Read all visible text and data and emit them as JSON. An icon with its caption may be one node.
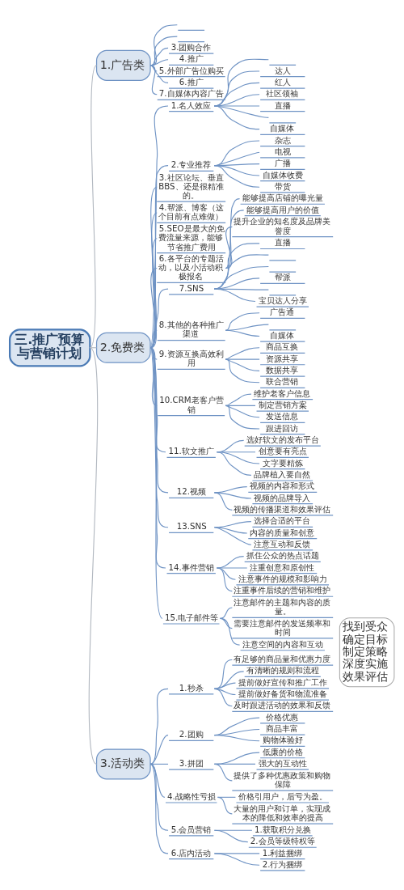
{
  "diagram": {
    "nodes": [
      {
        "text": [
          "三.推广预算与营销计划"
        ]
      },
      {
        "text": [
          "1.广告类"
        ]
      },
      {
        "text": [],
        "shape": "bar"
      },
      {
        "text": [],
        "shape": "bar"
      },
      {
        "text": [
          "3.团购合作"
        ]
      },
      {
        "text": [
          "4.推广"
        ]
      },
      {
        "text": [
          "5.外部广告位购买"
        ]
      },
      {
        "text": [
          "6.推广"
        ]
      },
      {
        "text": [
          "7.自媒体内容广告"
        ]
      },
      {
        "text": [
          "2.免费类"
        ]
      },
      {
        "text": [
          "1.名人效应"
        ]
      },
      {
        "text": [],
        "shape": "bar"
      },
      {
        "text": [
          "达人"
        ]
      },
      {
        "text": [
          "红人"
        ]
      },
      {
        "text": [
          "社区领袖"
        ]
      },
      {
        "text": [
          "直播"
        ]
      },
      {
        "text": [],
        "shape": "bar"
      },
      {
        "text": [
          "自媒体"
        ]
      },
      {
        "text": [
          "2.专业推荐"
        ]
      },
      {
        "text": [
          "杂志"
        ]
      },
      {
        "text": [
          "电视"
        ]
      },
      {
        "text": [
          "广播"
        ]
      },
      {
        "text": [
          "自媒体收费"
        ]
      },
      {
        "text": [
          "带货"
        ]
      },
      {
        "text": [
          "3.社区论坛、垂直BBS、还是很精准的。"
        ]
      },
      {
        "text": [
          "4.帮派、博客（这个目前有点难做）"
        ]
      },
      {
        "text": [
          "5.SEO是最大的免费流量来源，能够节省推广费用"
        ]
      },
      {
        "text": [
          "6.各平台的专题活动，以及小活动积极报名"
        ]
      },
      {
        "text": [
          "能够提高店铺的曝光量"
        ]
      },
      {
        "text": [
          "能够提高用户的价值"
        ]
      },
      {
        "text": [
          "提升企业的知名度及品牌美誉度"
        ]
      },
      {
        "text": [
          "7.SNS"
        ]
      },
      {
        "text": [
          "直播"
        ]
      },
      {
        "text": [],
        "shape": "bar"
      },
      {
        "text": [],
        "shape": "bar"
      },
      {
        "text": [
          "帮派"
        ]
      },
      {
        "text": [],
        "shape": "bar"
      },
      {
        "text": [
          "宝贝达人分享"
        ]
      },
      {
        "text": [
          "8.其他的各种推广渠道"
        ]
      },
      {
        "text": [
          "广告通"
        ]
      },
      {
        "text": [],
        "shape": "bar"
      },
      {
        "text": [
          "自媒体"
        ]
      },
      {
        "text": [
          "9.资源互换高效利用"
        ]
      },
      {
        "text": [
          "商品互换"
        ]
      },
      {
        "text": [
          "资源共享"
        ]
      },
      {
        "text": [
          "数据共享"
        ]
      },
      {
        "text": [
          "联合营销"
        ]
      },
      {
        "text": [
          "10.CRM老客户营销"
        ]
      },
      {
        "text": [
          "维护老客户信息"
        ]
      },
      {
        "text": [
          "制定营销方案"
        ]
      },
      {
        "text": [
          "发送信息"
        ]
      },
      {
        "text": [
          "跟进回访"
        ]
      },
      {
        "text": [
          "11.软文推广"
        ]
      },
      {
        "text": [
          "选好软文的发布平台"
        ]
      },
      {
        "text": [
          "创意要有亮点"
        ]
      },
      {
        "text": [
          "文字要精炼"
        ]
      },
      {
        "text": [
          "品牌植入要自然"
        ]
      },
      {
        "text": [
          "12.视频"
        ]
      },
      {
        "text": [
          "视频的内容和形式"
        ]
      },
      {
        "text": [
          "视频的品牌导入"
        ]
      },
      {
        "text": [
          "视频的传播渠道和效果评估"
        ]
      },
      {
        "text": [
          "13.SNS"
        ]
      },
      {
        "text": [
          "选择合适的平台"
        ]
      },
      {
        "text": [
          "内容的质量和创意"
        ]
      },
      {
        "text": [
          "注意互动和反馈"
        ]
      },
      {
        "text": [
          "14.事件营销"
        ]
      },
      {
        "text": [
          "抓住公众的热点话题"
        ]
      },
      {
        "text": [
          "注重创意和原创性"
        ]
      },
      {
        "text": [
          "注意事件的规模和影响力"
        ]
      },
      {
        "text": [
          "注重事件后续的营销和维护"
        ]
      },
      {
        "text": [
          "15.电子邮件等"
        ]
      },
      {
        "text": [
          "注意邮件的主题和内容的质量。"
        ]
      },
      {
        "text": [
          "需要注意邮件的发送频率和时间"
        ]
      },
      {
        "text": [
          "注意空间的内容和互动"
        ]
      },
      {
        "text": [
          "找到受众确定目标制定策略深度实施效果评估"
        ]
      },
      {
        "text": [
          "3.活动类"
        ]
      },
      {
        "text": [
          "1.秒杀"
        ]
      },
      {
        "text": [
          "有足够的商品量和优惠力度"
        ]
      },
      {
        "text": [
          "有清晰的规则和流程"
        ]
      },
      {
        "text": [
          "提前做好宣传和推广工作"
        ]
      },
      {
        "text": [
          "提前做好备货和物流准备"
        ]
      },
      {
        "text": [
          "及时跟进活动的效果和反馈"
        ]
      },
      {
        "text": [
          "2.团购"
        ]
      },
      {
        "text": [
          "价格优惠"
        ]
      },
      {
        "text": [
          "商品丰富"
        ]
      },
      {
        "text": [
          "购物体验好"
        ]
      },
      {
        "text": [
          "3.拼团"
        ]
      },
      {
        "text": [
          "低廉的价格"
        ]
      },
      {
        "text": [
          "强大的互动性"
        ]
      },
      {
        "text": [
          "提供了多种优惠政策和购物保障"
        ]
      },
      {
        "text": [
          "4.战略性亏损"
        ]
      },
      {
        "text": [
          "价格引用户，后亏为盈。"
        ]
      },
      {
        "text": [
          "大量的用户和订单，实现成本的降低和效率的提高"
        ]
      },
      {
        "text": [
          "5.会员营销"
        ]
      },
      {
        "text": [
          "1.获取积分兑换"
        ]
      },
      {
        "text": [
          "2.会员等级特权等"
        ]
      },
      {
        "text": [
          "6.店内活动"
        ]
      },
      {
        "text": [
          "1.利益捆绑"
        ]
      },
      {
        "text": [
          "2.行为捆绑"
        ]
      }
    ],
    "edges": [
      {
        "from": 0,
        "to": 1,
        "arrow": "none",
        "color": "#b2b8c0"
      },
      {
        "from": 1,
        "to": 2,
        "arrow": "none"
      },
      {
        "from": 1,
        "to": 3,
        "arrow": "none"
      },
      {
        "from": 1,
        "to": 4,
        "arrow": "none"
      },
      {
        "from": 1,
        "to": 5,
        "arrow": "none"
      },
      {
        "from": 1,
        "to": 6,
        "arrow": "none"
      },
      {
        "from": 1,
        "to": 7,
        "arrow": "none"
      },
      {
        "from": 1,
        "to": 8,
        "arrow": "none"
      },
      {
        "from": 0,
        "to": 9,
        "arrow": "none",
        "color": "#b2b8c0"
      },
      {
        "from": 9,
        "to": 10,
        "arrow": "none"
      },
      {
        "from": 10,
        "to": 11,
        "arrow": "none"
      },
      {
        "from": 10,
        "to": 12,
        "arrow": "none"
      },
      {
        "from": 10,
        "to": 13,
        "arrow": "none"
      },
      {
        "from": 10,
        "to": 14,
        "arrow": "none"
      },
      {
        "from": 10,
        "to": 15,
        "arrow": "none"
      },
      {
        "from": 10,
        "to": 16,
        "arrow": "none"
      },
      {
        "from": 10,
        "to": 17,
        "arrow": "none"
      },
      {
        "from": 9,
        "to": 18,
        "arrow": "none"
      },
      {
        "from": 18,
        "to": 19,
        "arrow": "none"
      },
      {
        "from": 18,
        "to": 20,
        "arrow": "none"
      },
      {
        "from": 18,
        "to": 21,
        "arrow": "none"
      },
      {
        "from": 18,
        "to": 22,
        "arrow": "none"
      },
      {
        "from": 18,
        "to": 23,
        "arrow": "none"
      },
      {
        "from": 9,
        "to": 24,
        "arrow": "none"
      },
      {
        "from": 9,
        "to": 25,
        "arrow": "none"
      },
      {
        "from": 9,
        "to": 26,
        "arrow": "none"
      },
      {
        "from": 9,
        "to": 27,
        "arrow": "none"
      },
      {
        "from": 27,
        "to": 28,
        "arrow": "none"
      },
      {
        "from": 27,
        "to": 29,
        "arrow": "none"
      },
      {
        "from": 27,
        "to": 30,
        "arrow": "none"
      },
      {
        "from": 9,
        "to": 31,
        "arrow": "none"
      },
      {
        "from": 31,
        "to": 32,
        "arrow": "none"
      },
      {
        "from": 31,
        "to": 33,
        "arrow": "none"
      },
      {
        "from": 31,
        "to": 34,
        "arrow": "none"
      },
      {
        "from": 31,
        "to": 35,
        "arrow": "none"
      },
      {
        "from": 31,
        "to": 36,
        "arrow": "none"
      },
      {
        "from": 31,
        "to": 37,
        "arrow": "none"
      },
      {
        "from": 9,
        "to": 38,
        "arrow": "none"
      },
      {
        "from": 38,
        "to": 39,
        "arrow": "none"
      },
      {
        "from": 38,
        "to": 40,
        "arrow": "none"
      },
      {
        "from": 38,
        "to": 41,
        "arrow": "none"
      },
      {
        "from": 9,
        "to": 42,
        "arrow": "none"
      },
      {
        "from": 42,
        "to": 43,
        "arrow": "none"
      },
      {
        "from": 42,
        "to": 44,
        "arrow": "none"
      },
      {
        "from": 42,
        "to": 45,
        "arrow": "none"
      },
      {
        "from": 42,
        "to": 46,
        "arrow": "none"
      },
      {
        "from": 9,
        "to": 47,
        "arrow": "none"
      },
      {
        "from": 47,
        "to": 48,
        "arrow": "none"
      },
      {
        "from": 47,
        "to": 49,
        "arrow": "none"
      },
      {
        "from": 47,
        "to": 50,
        "arrow": "none"
      },
      {
        "from": 47,
        "to": 51,
        "arrow": "none"
      },
      {
        "from": 9,
        "to": 52,
        "arrow": "none"
      },
      {
        "from": 52,
        "to": 53,
        "arrow": "none"
      },
      {
        "from": 52,
        "to": 54,
        "arrow": "none"
      },
      {
        "from": 52,
        "to": 55,
        "arrow": "none"
      },
      {
        "from": 52,
        "to": 56,
        "arrow": "none"
      },
      {
        "from": 9,
        "to": 57,
        "arrow": "none"
      },
      {
        "from": 57,
        "to": 58,
        "arrow": "none"
      },
      {
        "from": 57,
        "to": 59,
        "arrow": "none"
      },
      {
        "from": 57,
        "to": 60,
        "arrow": "none"
      },
      {
        "from": 9,
        "to": 61,
        "arrow": "none"
      },
      {
        "from": 61,
        "to": 62,
        "arrow": "none"
      },
      {
        "from": 61,
        "to": 63,
        "arrow": "none"
      },
      {
        "from": 61,
        "to": 64,
        "arrow": "none"
      },
      {
        "from": 9,
        "to": 65,
        "arrow": "none"
      },
      {
        "from": 65,
        "to": 66,
        "arrow": "none"
      },
      {
        "from": 65,
        "to": 67,
        "arrow": "none"
      },
      {
        "from": 65,
        "to": 68,
        "arrow": "none"
      },
      {
        "from": 65,
        "to": 69,
        "arrow": "none"
      },
      {
        "from": 9,
        "to": 70,
        "arrow": "none"
      },
      {
        "from": 70,
        "to": 71,
        "arrow": "none"
      },
      {
        "from": 70,
        "to": 72,
        "arrow": "none"
      },
      {
        "from": 70,
        "to": 73,
        "arrow": "none"
      },
      {
        "from": 0,
        "to": 75,
        "arrow": "none",
        "color": "#b2b8c0"
      },
      {
        "from": 75,
        "to": 76,
        "arrow": "none"
      },
      {
        "from": 76,
        "to": 77,
        "arrow": "none"
      },
      {
        "from": 76,
        "to": 78,
        "arrow": "none"
      },
      {
        "from": 76,
        "to": 79,
        "arrow": "none"
      },
      {
        "from": 76,
        "to": 80,
        "arrow": "none"
      },
      {
        "from": 76,
        "to": 81,
        "arrow": "none"
      },
      {
        "from": 75,
        "to": 82,
        "arrow": "none"
      },
      {
        "from": 82,
        "to": 83,
        "arrow": "none"
      },
      {
        "from": 82,
        "to": 84,
        "arrow": "none"
      },
      {
        "from": 82,
        "to": 85,
        "arrow": "none"
      },
      {
        "from": 75,
        "to": 86,
        "arrow": "none"
      },
      {
        "from": 86,
        "to": 87,
        "arrow": "none"
      },
      {
        "from": 86,
        "to": 88,
        "arrow": "none"
      },
      {
        "from": 86,
        "to": 89,
        "arrow": "none"
      },
      {
        "from": 75,
        "to": 90,
        "arrow": "none"
      },
      {
        "from": 90,
        "to": 91,
        "arrow": "none"
      },
      {
        "from": 90,
        "to": 92,
        "arrow": "none"
      },
      {
        "from": 75,
        "to": 93,
        "arrow": "none"
      },
      {
        "from": 93,
        "to": 94,
        "arrow": "none"
      },
      {
        "from": 93,
        "to": 95,
        "arrow": "none"
      },
      {
        "from": 75,
        "to": 96,
        "arrow": "none"
      },
      {
        "from": 96,
        "to": 97,
        "arrow": "none"
      },
      {
        "from": 96,
        "to": 98,
        "arrow": "none"
      }
    ]
  }
}
